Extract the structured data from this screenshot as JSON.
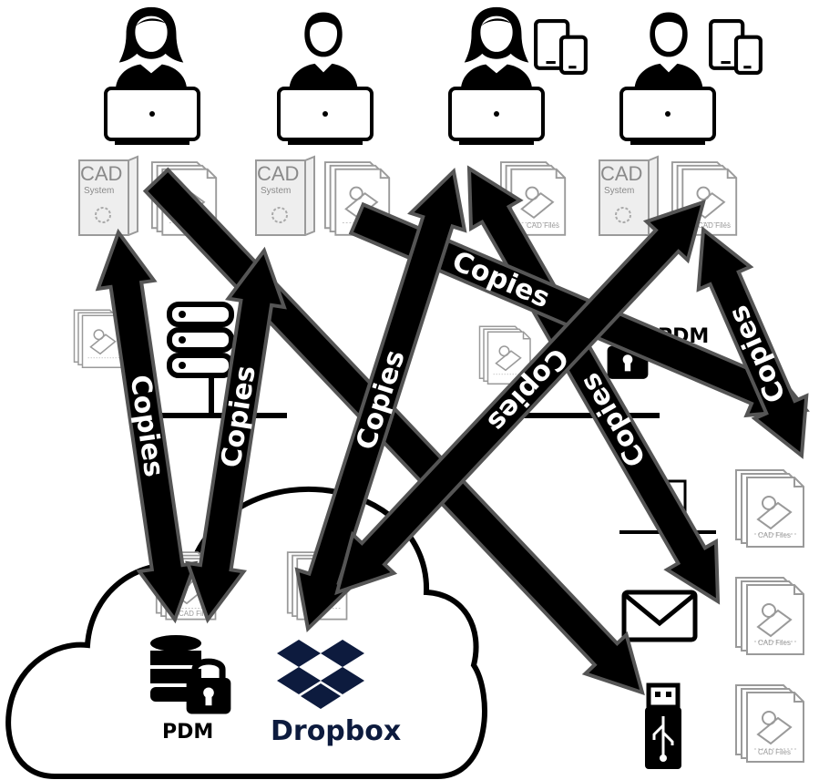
{
  "arrow_label": "Copies",
  "cad_system": {
    "line1": "CAD",
    "line2": "System"
  },
  "cad_files_label": "CAD Files",
  "pdm_label": "PDM",
  "cloud_pdm_label": "PDM",
  "dropbox_label": "Dropbox",
  "colors": {
    "arrow_fill": "#000000",
    "arrow_outline": "#555555",
    "icon": "#000000",
    "doc_gray": "#9a9a9a",
    "dropbox_blue": "#0d1b3e"
  }
}
